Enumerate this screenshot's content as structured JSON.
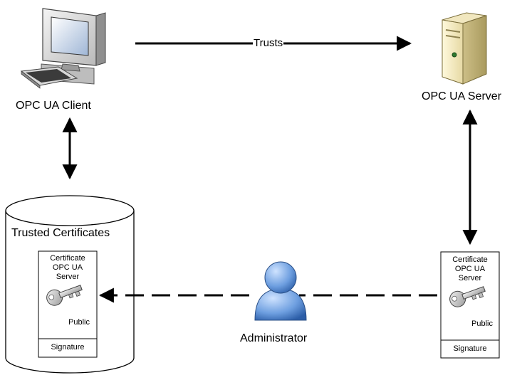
{
  "client": {
    "label": "OPC UA Client",
    "icon": "desktop-computer-icon"
  },
  "server": {
    "label": "OPC UA Server",
    "icon": "server-tower-icon"
  },
  "trust_edge": {
    "label": "Trusts"
  },
  "store": {
    "title": "Trusted Certificates"
  },
  "admin": {
    "label": "Administrator",
    "icon": "user-icon"
  },
  "cert_in_store": {
    "lines": [
      "Certificate",
      "OPC UA",
      "Server"
    ],
    "key_label": "Public",
    "signature": "Signature",
    "icon": "key-icon"
  },
  "server_cert": {
    "lines": [
      "Certificate",
      "OPC UA",
      "Server"
    ],
    "key_label": "Public",
    "signature": "Signature",
    "icon": "key-icon"
  }
}
